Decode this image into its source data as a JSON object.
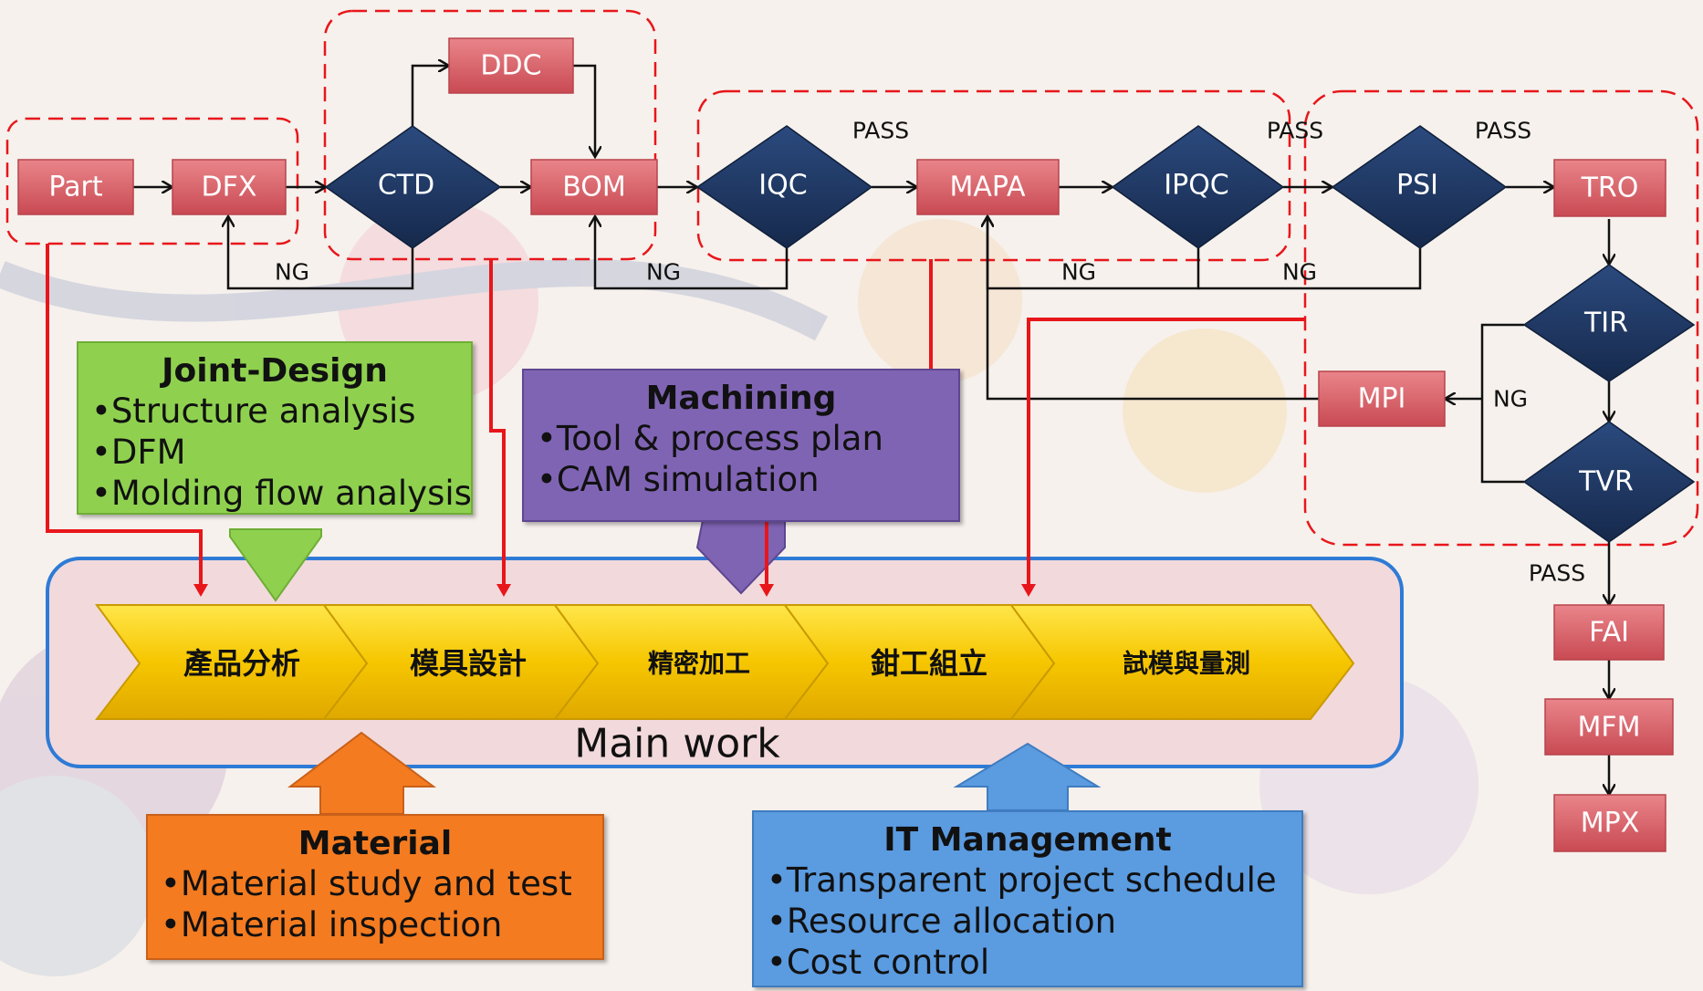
{
  "nodes": {
    "part": "Part",
    "dfx": "DFX",
    "ctd": "CTD",
    "ddc": "DDC",
    "bom": "BOM",
    "iqc": "IQC",
    "mapa": "MAPA",
    "ipqc": "IPQC",
    "psi": "PSI",
    "tro": "TRO",
    "tir": "TIR",
    "tvr": "TVR",
    "mpi": "MPI",
    "fai": "FAI",
    "mfm": "MFM",
    "mpx": "MPX"
  },
  "edge_labels": {
    "ng_dfx": "NG",
    "ng_bom": "NG",
    "ng_mapa": "NG",
    "ng_psi": "NG",
    "ng_mpi": "NG",
    "pass_iqc": "PASS",
    "pass_ipqc": "PASS",
    "pass_psi": "PASS",
    "pass_tvr": "PASS"
  },
  "main_work": {
    "label": "Main work",
    "steps": [
      "產品分析",
      "模具設計",
      "精密加工",
      "鉗工組立",
      "試模與量測"
    ]
  },
  "support": {
    "joint_design": {
      "title": "Joint-Design",
      "items": [
        "•Structure analysis",
        "•DFM",
        "•Molding flow analysis"
      ]
    },
    "machining": {
      "title": "Machining",
      "items": [
        "•Tool & process plan",
        "•CAM simulation"
      ]
    },
    "material": {
      "title": "Material",
      "items": [
        "•Material study and test",
        "•Material inspection"
      ]
    },
    "it_management": {
      "title": "IT Management",
      "items": [
        "•Transparent project schedule",
        "•Resource allocation",
        "•Cost control"
      ]
    }
  },
  "colors": {
    "rect_node": "#d9626a",
    "diamond_node": "#1f3864",
    "flow_red": "#e8161b",
    "chevron": "#f5c800",
    "main_band": "#f2d9dc",
    "main_border": "#2e7bd6",
    "joint_design": "#8fd14f",
    "machining": "#8064b4",
    "material": "#f47b20",
    "it_management": "#5b9be0"
  }
}
